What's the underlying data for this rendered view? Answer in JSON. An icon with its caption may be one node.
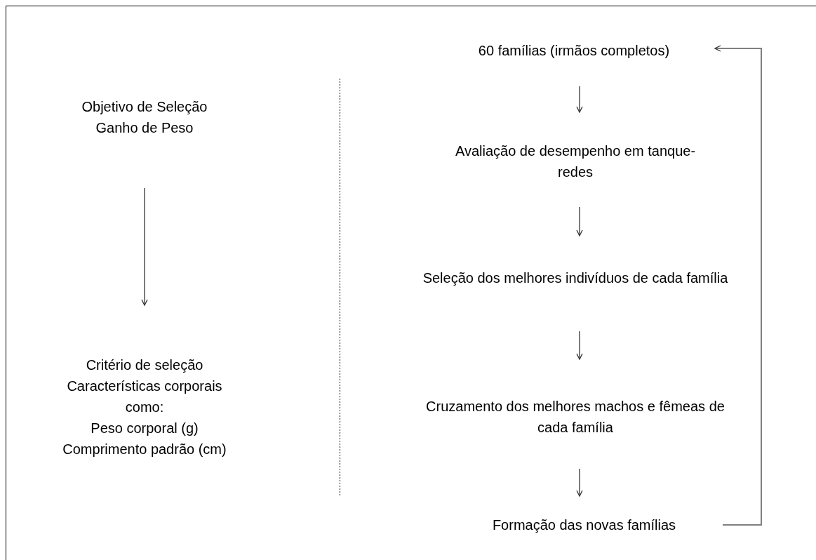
{
  "diagram": {
    "nodes": [
      {
        "text": [
          "Objetivo de Seleção",
          "Ganho de Peso"
        ]
      },
      {
        "text": [
          "Critério de seleção",
          "Características corporais como:",
          "Peso corporal (g)",
          "Comprimento padrão (cm)"
        ]
      },
      {
        "text": [
          "60 famílias (irmãos completos)"
        ]
      },
      {
        "text": [
          "Avaliação de desempenho em tanque-redes"
        ]
      },
      {
        "text": [
          "Seleção dos melhores indivíduos de cada família"
        ]
      },
      {
        "text": [
          "Cruzamento dos melhores machos e fêmeas de cada família"
        ]
      },
      {
        "text": [
          "Formação das novas famílias"
        ]
      }
    ],
    "edges": [
      {
        "from": 0,
        "to": 1,
        "arrow": "to"
      },
      {
        "from": 2,
        "to": 3,
        "arrow": "to"
      },
      {
        "from": 3,
        "to": 4,
        "arrow": "to"
      },
      {
        "from": 4,
        "to": 5,
        "arrow": "to"
      },
      {
        "from": 5,
        "to": 6,
        "arrow": "to"
      },
      {
        "from": 6,
        "to": 2,
        "arrow": "to",
        "color": "#808080"
      }
    ]
  }
}
